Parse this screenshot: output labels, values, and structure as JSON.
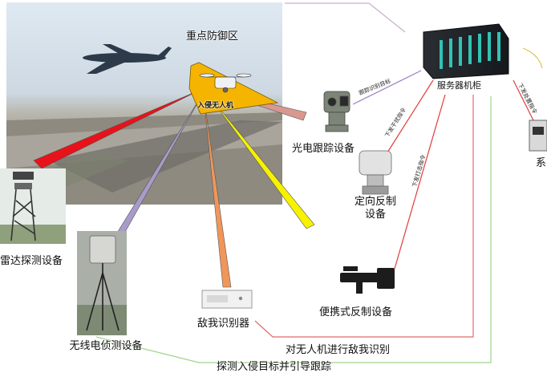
{
  "zone_title": "重点防御区",
  "drone_label": "入侵无人机",
  "server_label": "服务器机柜",
  "side_label_partial": "系",
  "eo_tracking_label": "光电跟踪设备",
  "directional_label": "定向反制设备",
  "radar_label": "雷达探测设备",
  "radio_label": "无线电侦测设备",
  "iff_label": "敌我识别器",
  "portable_label": "便携式反制设备",
  "link_iff_caption": "对无人机进行敌我识别",
  "link_detect_caption": "探测入侵目标并引导跟踪",
  "cmd_track": "跟踪识别目标",
  "cmd_directional": "下发干扰指令",
  "cmd_portable": "下发打击指令",
  "cmd_side": "下发处置指令",
  "colors": {
    "beam_red": "#e8121a",
    "beam_purple": "#a99bc9",
    "beam_orange": "#f0965a",
    "beam_yellow": "#f6f200",
    "beam_pink": "#d9988f",
    "drone_zone": "#f5b400",
    "server_link": "#9b7fc4",
    "command_link": "#e23b3b",
    "data_link_green": "#9fd48a",
    "data_link_red": "#e06a6a"
  }
}
